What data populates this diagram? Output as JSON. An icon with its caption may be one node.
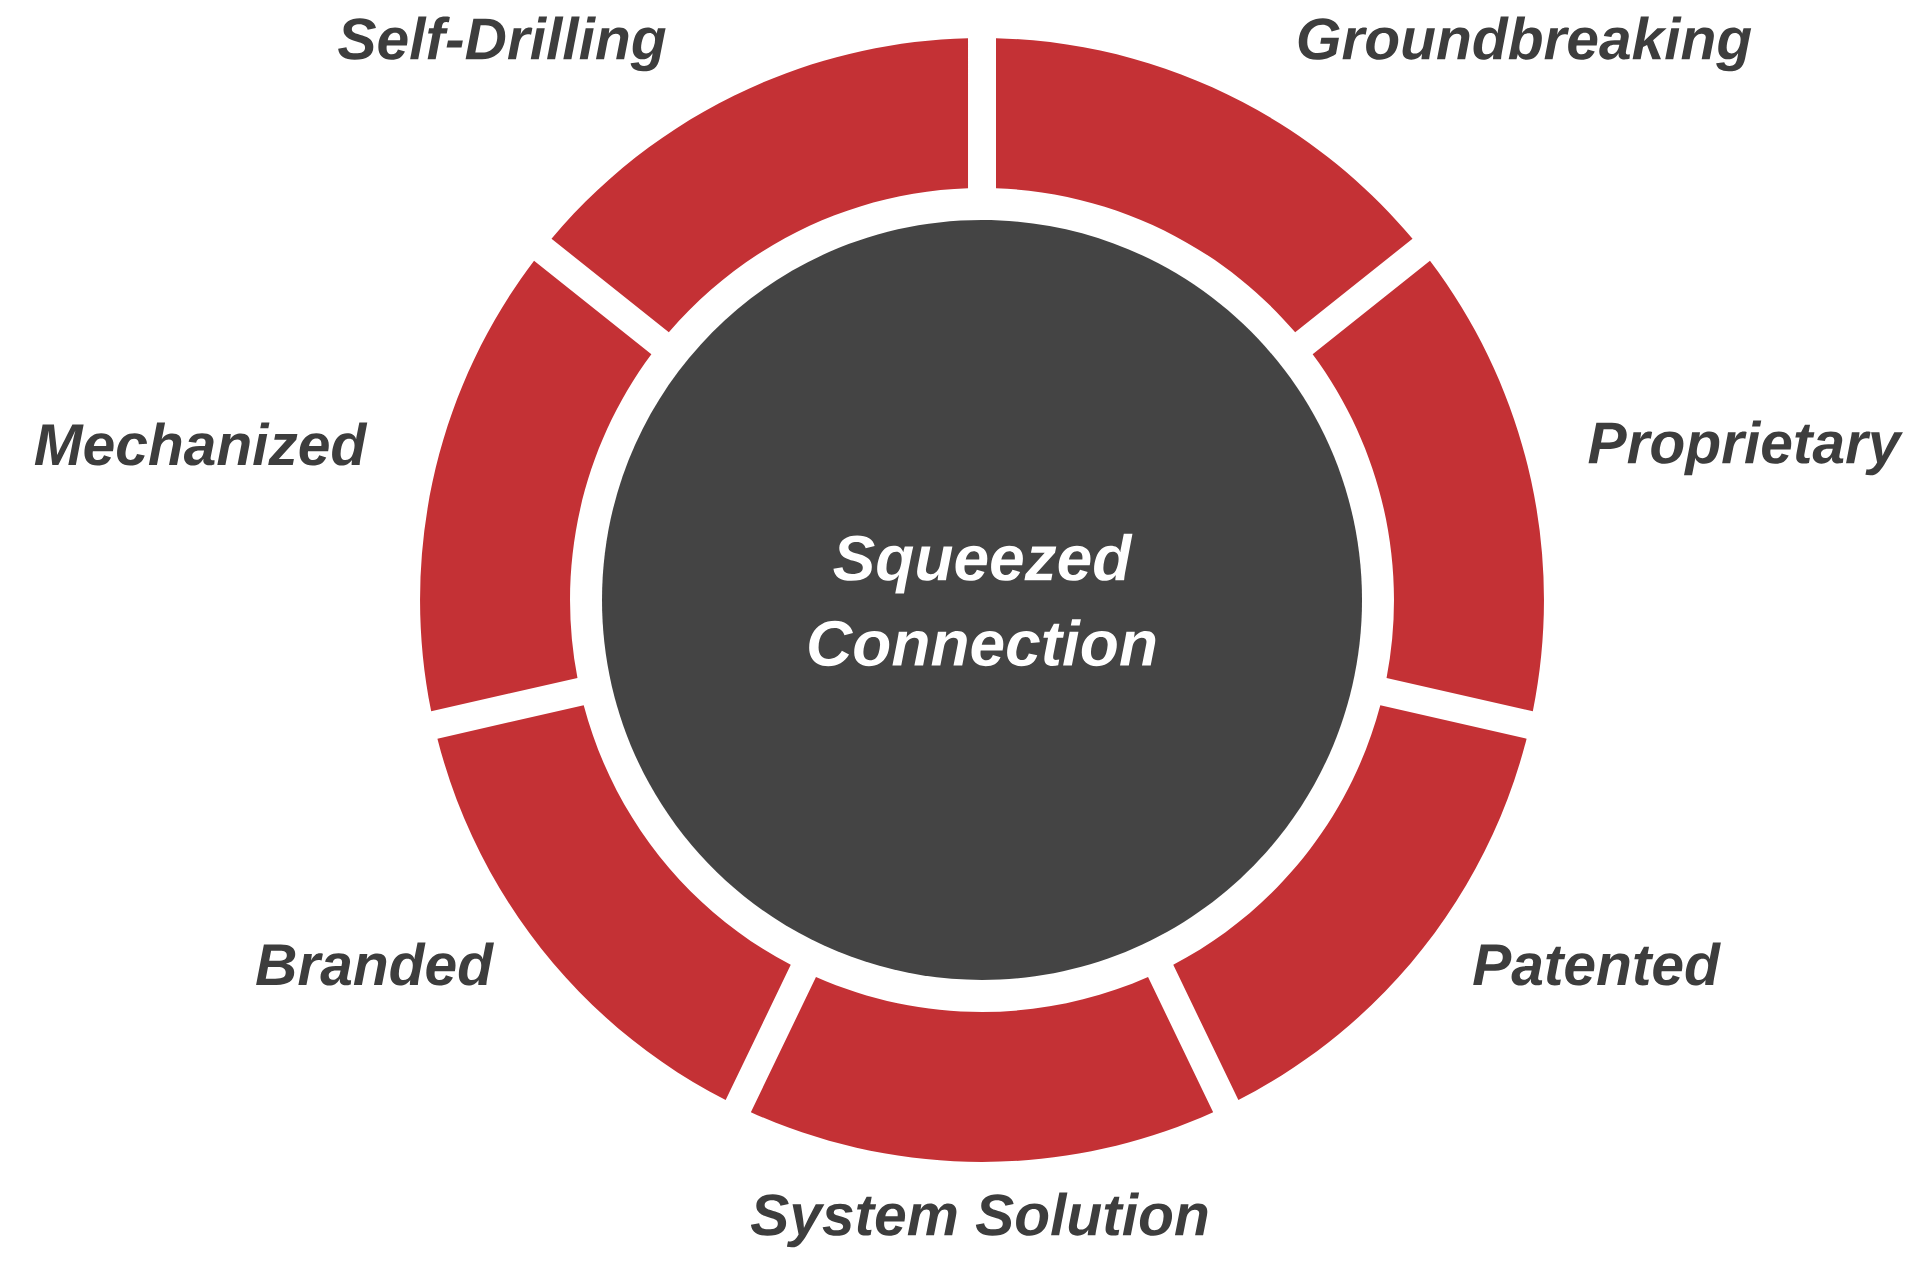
{
  "diagram": {
    "nodes": [
      {
        "text": [
          "Squeezed Connection"
        ]
      },
      {
        "text": [
          "Groundbreaking"
        ]
      },
      {
        "text": [
          "Proprietary"
        ]
      },
      {
        "text": [
          "Patented"
        ]
      },
      {
        "text": [
          "System Solution"
        ]
      },
      {
        "text": [
          "Branded"
        ]
      },
      {
        "text": [
          "Mechanized"
        ]
      },
      {
        "text": [
          "Self-Drilling"
        ]
      }
    ]
  }
}
